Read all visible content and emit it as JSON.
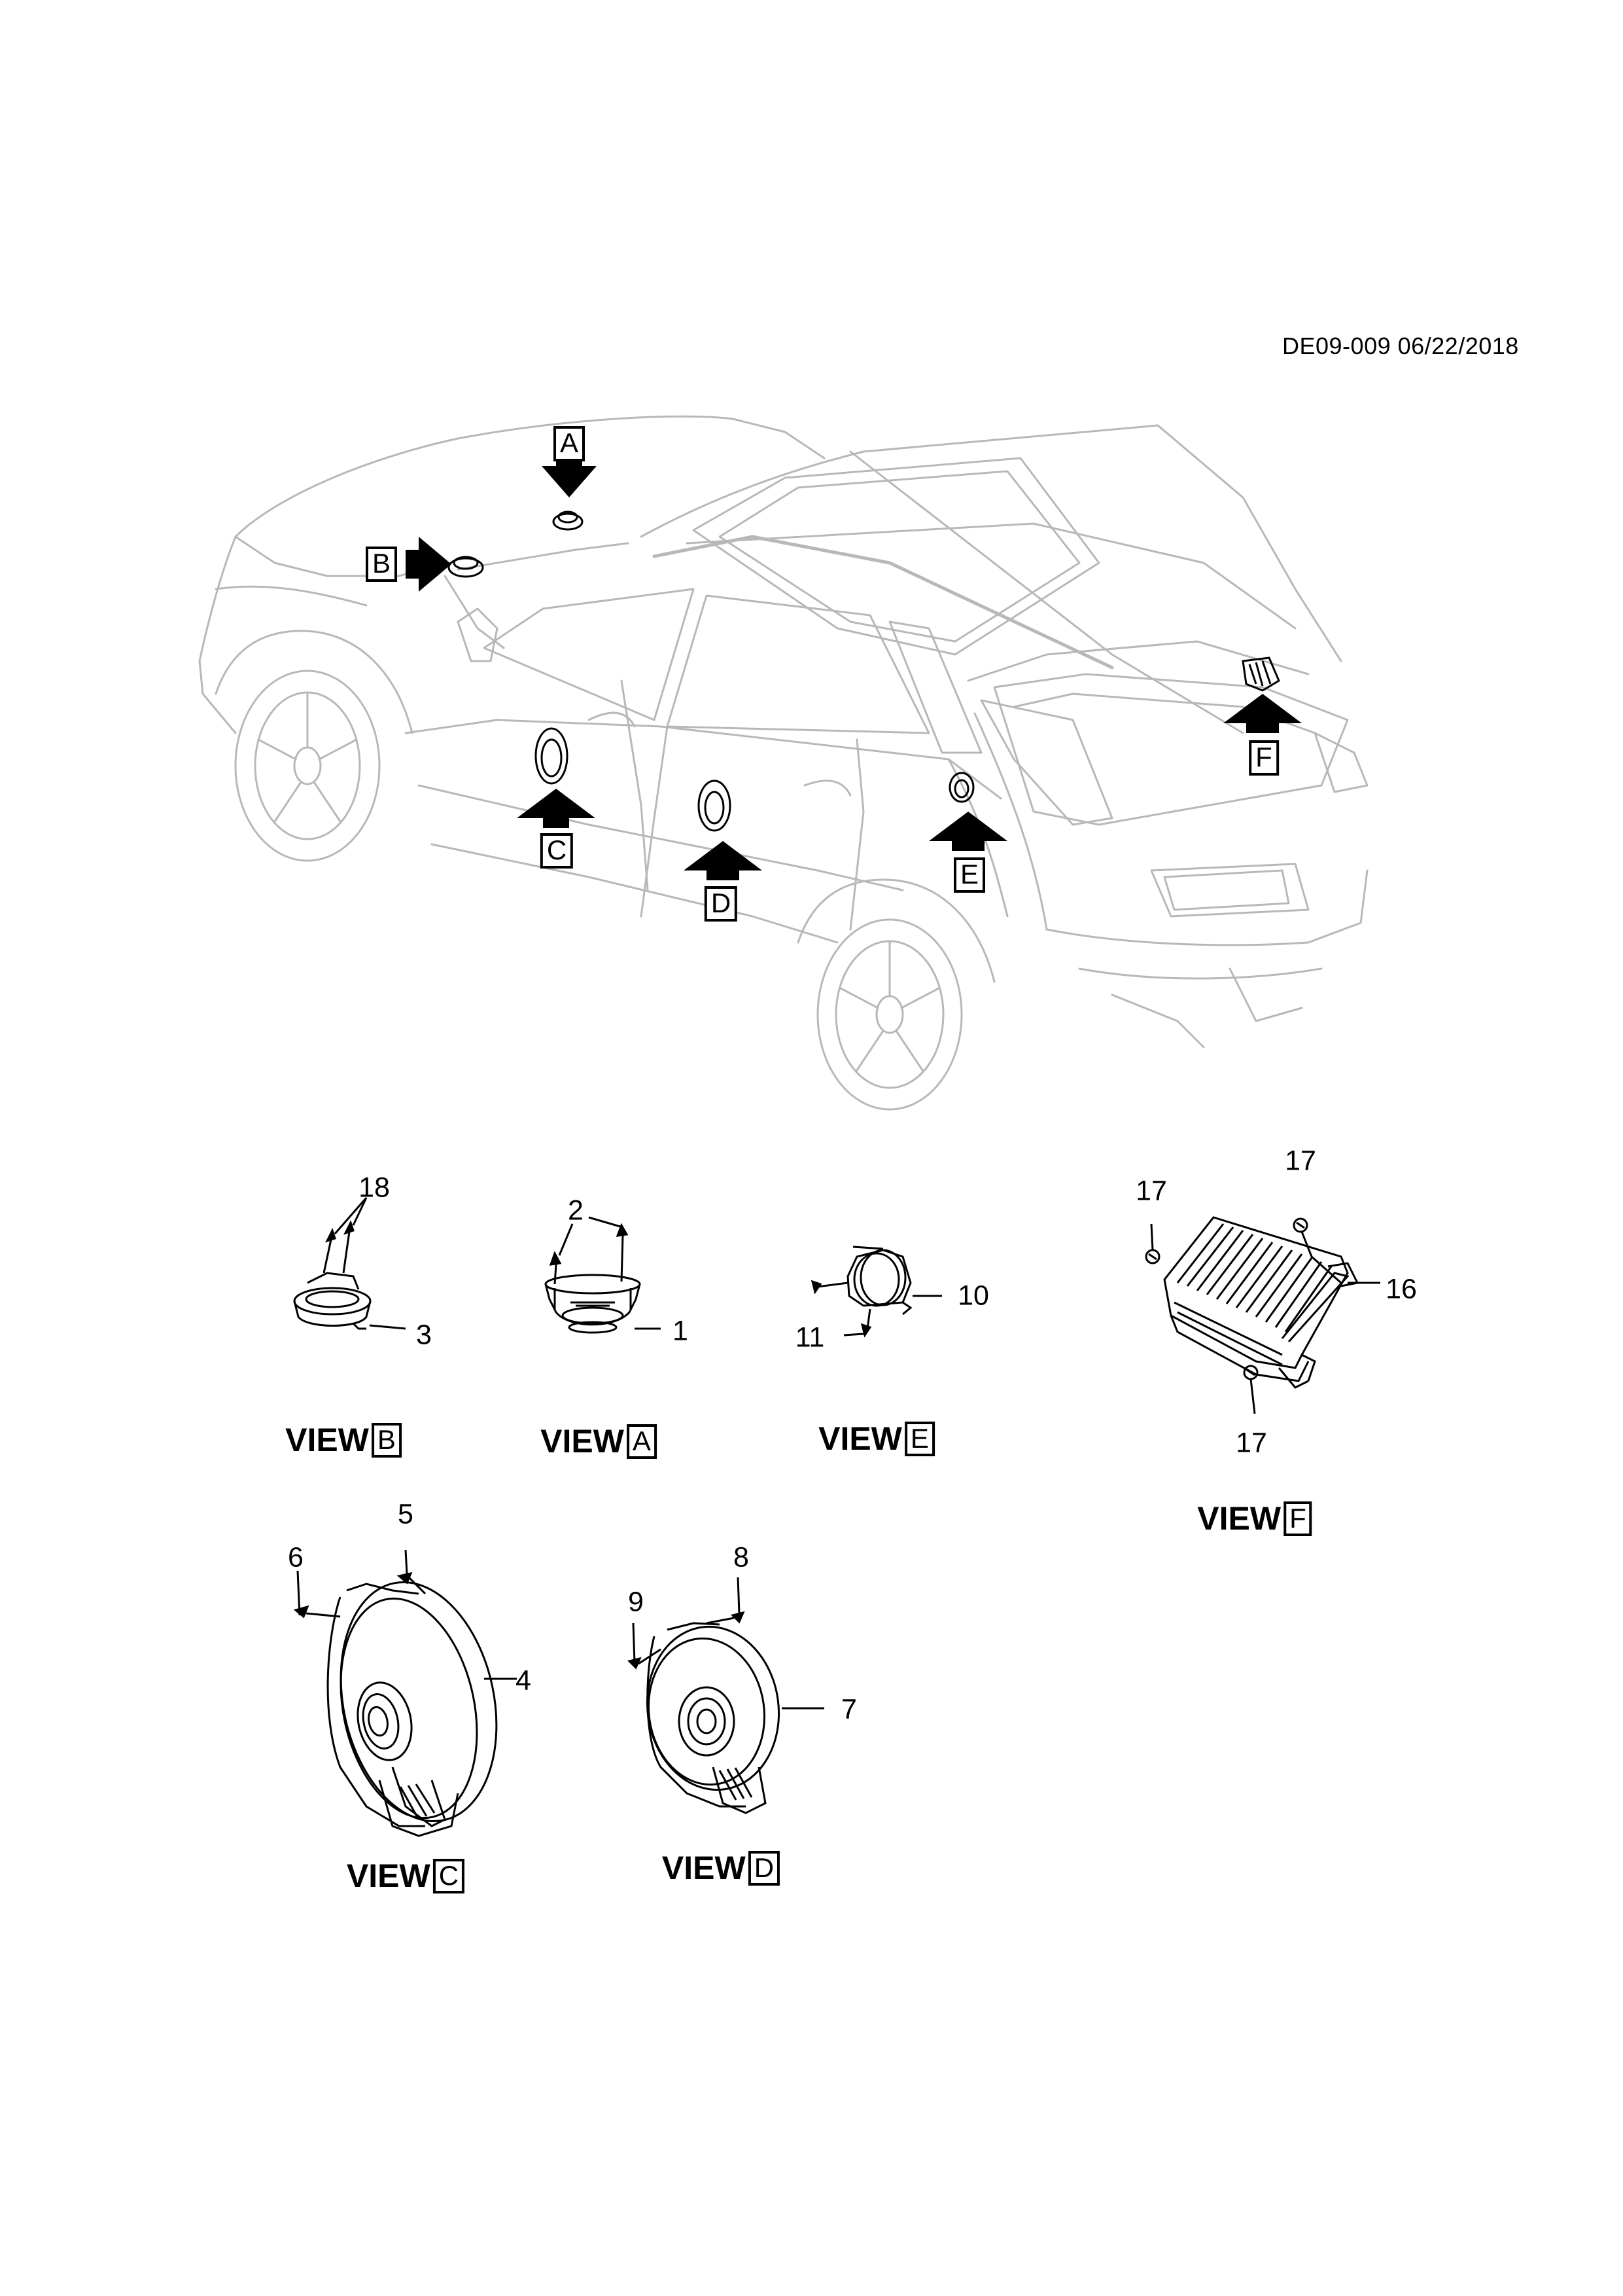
{
  "document_code": "DE09-009 06/22/2018",
  "location_markers": [
    {
      "id": "marker-a",
      "letter": "A"
    },
    {
      "id": "marker-b",
      "letter": "B"
    },
    {
      "id": "marker-c",
      "letter": "C"
    },
    {
      "id": "marker-d",
      "letter": "D"
    },
    {
      "id": "marker-e",
      "letter": "E"
    },
    {
      "id": "marker-f",
      "letter": "F"
    }
  ],
  "views": [
    {
      "id": "view-b",
      "prefix": "VIEW",
      "letter": "B",
      "callouts": [
        "18",
        "3"
      ]
    },
    {
      "id": "view-a",
      "prefix": "VIEW",
      "letter": "A",
      "callouts": [
        "2",
        "1"
      ]
    },
    {
      "id": "view-e",
      "prefix": "VIEW",
      "letter": "E",
      "callouts": [
        "10",
        "11"
      ]
    },
    {
      "id": "view-f",
      "prefix": "VIEW",
      "letter": "F",
      "callouts": [
        "17",
        "17",
        "16",
        "17"
      ]
    },
    {
      "id": "view-c",
      "prefix": "VIEW",
      "letter": "C",
      "callouts": [
        "5",
        "6",
        "4"
      ]
    },
    {
      "id": "view-d",
      "prefix": "VIEW",
      "letter": "D",
      "callouts": [
        "8",
        "9",
        "7"
      ]
    }
  ],
  "colors": {
    "line": "#000000",
    "faint_line": "#b8b8b8",
    "background": "#ffffff"
  },
  "icons": {
    "arrow": "location-arrow-icon"
  }
}
